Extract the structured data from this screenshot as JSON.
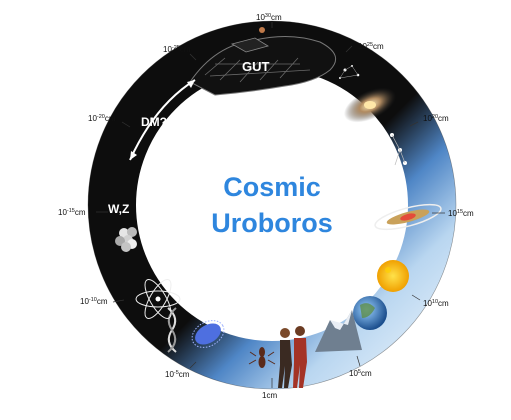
{
  "title_line1": "Cosmic",
  "title_line2": "Uroboros",
  "colors": {
    "title": "#2e86de",
    "ring_dark": "#0d0d0d",
    "ring_light": "#cfe3f5",
    "serpent_outline": "#555555"
  },
  "scale_labels": [
    {
      "base": "10",
      "exp": "30",
      "unit": "cm"
    },
    {
      "base": "10",
      "exp": "25",
      "unit": "cm"
    },
    {
      "base": "10",
      "exp": "20",
      "unit": "cm"
    },
    {
      "base": "10",
      "exp": "15",
      "unit": "cm"
    },
    {
      "base": "10",
      "exp": "10",
      "unit": "cm"
    },
    {
      "base": "10",
      "exp": "5",
      "unit": "cm"
    },
    {
      "base": "1",
      "exp": "",
      "unit": "cm"
    },
    {
      "base": "10",
      "exp": "-5",
      "unit": "cm"
    },
    {
      "base": "10",
      "exp": "-10",
      "unit": "cm"
    },
    {
      "base": "10",
      "exp": "-15",
      "unit": "cm"
    },
    {
      "base": "10",
      "exp": "-20",
      "unit": "cm"
    },
    {
      "base": "10",
      "exp": "-25",
      "unit": "cm"
    }
  ],
  "ring_labels": {
    "gut": "GUT",
    "dm": "DM?",
    "wz": "W,Z"
  },
  "icons": [
    "serpent-head-icon",
    "star-cluster-icon",
    "spiral-galaxy-icon",
    "constellation-icon",
    "edge-on-galaxy-icon",
    "sun-icon",
    "earth-icon",
    "mountain-icon",
    "people-icon",
    "ant-icon",
    "virus-icon",
    "dna-icon",
    "atom-icon",
    "nucleus-icon"
  ]
}
